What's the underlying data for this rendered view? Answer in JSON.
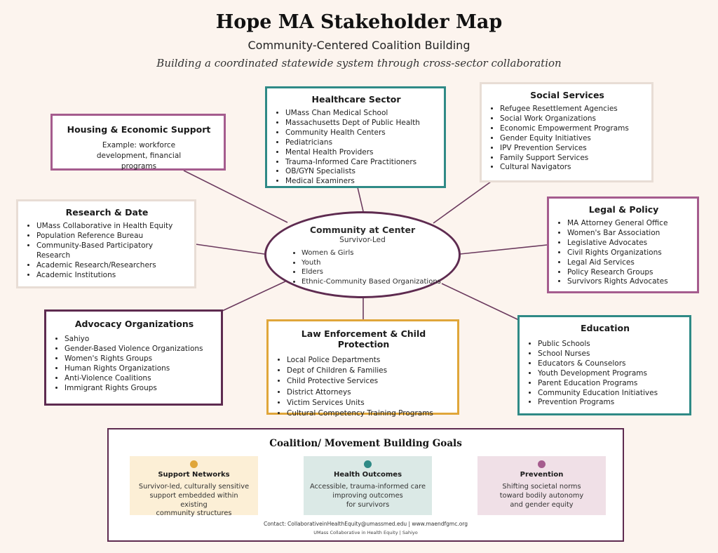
{
  "header": {
    "title": "Hope MA Stakeholder Map",
    "subtitle": "Community-Centered Coalition Building",
    "tagline": "Building a coordinated statewide system through cross-sector collaboration"
  },
  "colors": {
    "pink": "#a55c8e",
    "teal": "#2f8a86",
    "plum": "#5e2b50",
    "gold": "#e0a63a",
    "gray": "#e8ddd5",
    "background": "#fcf4ee",
    "connector": "#6b3a5e"
  },
  "center": {
    "title": "Community at Center",
    "subtitle": "Survivor-Led",
    "items": [
      "Women & Girls",
      "Youth",
      "Elders",
      "Ethnic-Community Based Organizations"
    ]
  },
  "healthcare": {
    "title": "Healthcare Sector",
    "items": [
      "UMass Chan Medical School",
      "Massachusetts Dept of Public Health",
      "Community Health Centers",
      "Pediatricians",
      "Mental Health Providers",
      "Trauma-Informed Care Practitioners",
      "OB/GYN Specialists",
      "Medical Examiners"
    ]
  },
  "social": {
    "title": "Social Services",
    "items": [
      "Refugee Resettlement Agencies",
      "Social Work Organizations",
      "Economic Empowerment Programs",
      "Gender Equity Initiatives",
      "IPV Prevention Services",
      "Family Support Services",
      "Cultural Navigators"
    ]
  },
  "housing": {
    "title": "Housing & Economic Support",
    "example": "Example: workforce development, financial programs"
  },
  "research": {
    "title": "Research & Date",
    "items": [
      "UMass Collaborative in Health Equity",
      "Population Reference Bureau",
      "Community-Based Participatory Research",
      "Academic Research/Researchers",
      "Academic Institutions"
    ]
  },
  "legal": {
    "title": "Legal & Policy",
    "items": [
      "MA Attorney General Office",
      "Women's Bar Association",
      "Legislative Advocates",
      "Civil Rights Organizations",
      "Legal Aid Services",
      "Policy Research Groups",
      "Survivors Rights Advocates"
    ]
  },
  "advocacy": {
    "title": "Advocacy Organizations",
    "items": [
      "Sahiyo",
      "Gender-Based Violence Organizations",
      "Women's Rights Groups",
      "Human Rights Organizations",
      "Anti-Violence Coalitions",
      "Immigrant Rights Groups"
    ]
  },
  "law": {
    "title": "Law Enforcement & Child Protection",
    "items": [
      "Local Police Departments",
      "Dept of Children & Families",
      "Child Protective Services",
      "District Attorneys",
      "Victim Services Units",
      "Cultural Competency Training Programs"
    ]
  },
  "education": {
    "title": "Education",
    "items": [
      "Public Schools",
      "School Nurses",
      "Educators & Counselors",
      "Youth Development Programs",
      "Parent Education Programs",
      "Community Education Initiatives",
      "Prevention Programs"
    ]
  },
  "goals": {
    "title": "Coalition/ Movement Building Goals",
    "items": [
      {
        "title": "Support Networks",
        "text": "Survivor-led, culturally sensitive\nsupport embedded within existing\ncommunity structures",
        "dot": "#e0a63a",
        "bg": "#fcefd6"
      },
      {
        "title": "Health Outcomes",
        "text": "Accessible, trauma-informed care\nimproving outcomes\nfor survivors",
        "dot": "#2f8a86",
        "bg": "#dbe9e6"
      },
      {
        "title": "Prevention",
        "text": "Shifting societal norms\ntoward bodily autonomy\nand gender equity",
        "dot": "#a55c8e",
        "bg": "#f0e0e7"
      }
    ],
    "contact": "Contact: CollaborativeinHealthEquity@umassmed.edu | www.maendfgmc.org",
    "credit": "UMass Collaborative in Health Equity | Sahiyo"
  }
}
